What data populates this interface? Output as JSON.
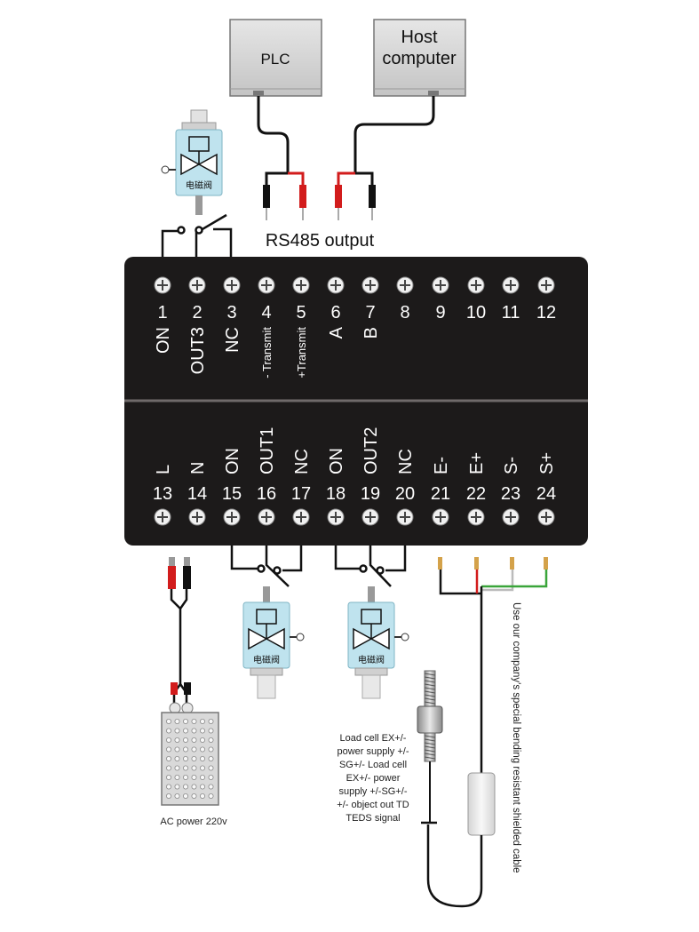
{
  "devices": {
    "plc": "PLC",
    "host_line1": "Host",
    "host_line2": "computer"
  },
  "rs485_label": "RS485 output",
  "valve_label": "电磁阀",
  "top_terminals": [
    {
      "num": "1",
      "name": "ON"
    },
    {
      "num": "2",
      "name": "OUT3"
    },
    {
      "num": "3",
      "name": "NC"
    },
    {
      "num": "4",
      "name": "- Transmit"
    },
    {
      "num": "5",
      "name": "+Transmit"
    },
    {
      "num": "6",
      "name": "A"
    },
    {
      "num": "7",
      "name": "B"
    },
    {
      "num": "8",
      "name": ""
    },
    {
      "num": "9",
      "name": ""
    },
    {
      "num": "10",
      "name": ""
    },
    {
      "num": "11",
      "name": ""
    },
    {
      "num": "12",
      "name": ""
    }
  ],
  "bottom_terminals": [
    {
      "num": "13",
      "name": "L"
    },
    {
      "num": "14",
      "name": "N"
    },
    {
      "num": "15",
      "name": "ON"
    },
    {
      "num": "16",
      "name": "OUT1"
    },
    {
      "num": "17",
      "name": "NC"
    },
    {
      "num": "18",
      "name": "ON"
    },
    {
      "num": "19",
      "name": "OUT2"
    },
    {
      "num": "20",
      "name": "NC"
    },
    {
      "num": "21",
      "name": "E-"
    },
    {
      "num": "22",
      "name": "E+"
    },
    {
      "num": "23",
      "name": "S-"
    },
    {
      "num": "24",
      "name": "S+"
    }
  ],
  "ac_power_label": "AC power 220v",
  "load_cell_note": "Load cell EX+/- power supply +/-SG+/- Load cell EX+/- power supply +/-SG+/- +/- object out TD TEDS signal",
  "cable_note": "Use our company's special bending resistant shielded cable",
  "colors": {
    "panel": "#1c1a1a",
    "terminal_text": "#ffffff",
    "valve_body": "#bfe3ee",
    "wire_red": "#d21c1c",
    "wire_green": "#3aa53a",
    "wire_black": "#111111"
  }
}
